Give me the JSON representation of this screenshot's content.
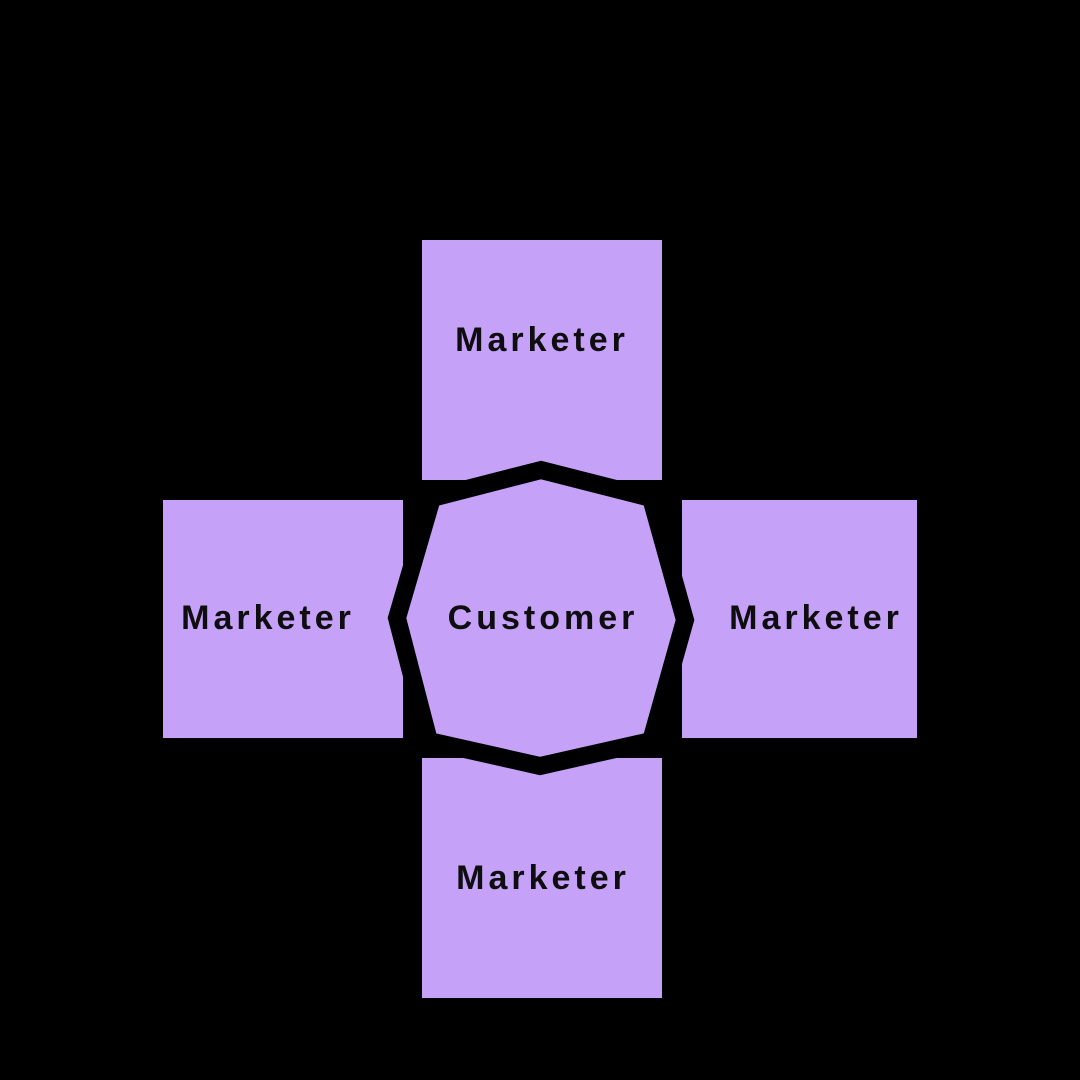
{
  "diagram": {
    "title": "customer-surrounded-by-marketers",
    "center": {
      "label": "Customer",
      "shape": "octagon"
    },
    "nodes": [
      {
        "position": "top",
        "label": "Marketer",
        "shape": "square"
      },
      {
        "position": "left",
        "label": "Marketer",
        "shape": "square"
      },
      {
        "position": "right",
        "label": "Marketer",
        "shape": "square"
      },
      {
        "position": "bottom",
        "label": "Marketer",
        "shape": "square"
      }
    ]
  },
  "colors": {
    "background": "#000000",
    "shape_fill": "#c6a1f8",
    "divider": "#000000",
    "text": "#0e0e11"
  }
}
